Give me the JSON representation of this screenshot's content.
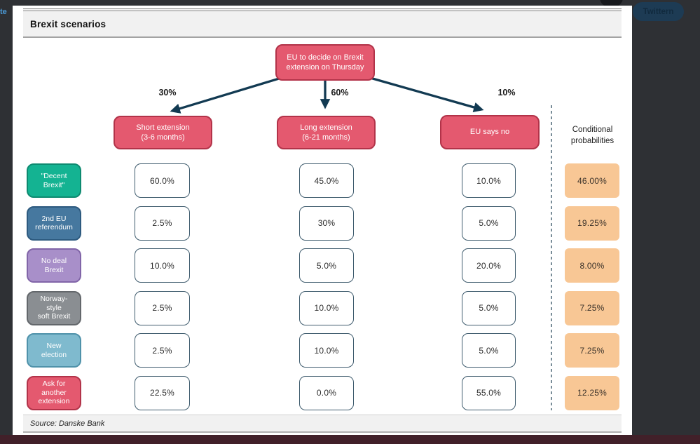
{
  "page": {
    "left_partial_link": "te",
    "tweet_button_label": "Twittern"
  },
  "chart": {
    "title": "Brexit scenarios",
    "source": "Source: Danske Bank",
    "root_label": "EU to decide on Brexit\nextension on Thursday",
    "conditional_header": "Conditional\nprobabilities",
    "branches": [
      {
        "probability": "30%",
        "label": "Short extension\n(3-6 months)"
      },
      {
        "probability": "60%",
        "label": "Long extension\n(6-21 months)"
      },
      {
        "probability": "10%",
        "label": "EU says no"
      }
    ],
    "rows": [
      {
        "scenario": "\"Decent\nBrexit\"",
        "bg": "#14b392",
        "border": "#0d8a70",
        "values": [
          "60.0%",
          "45.0%",
          "10.0%"
        ],
        "conditional": "46.00%"
      },
      {
        "scenario": "2nd EU\nreferendum",
        "bg": "#46789f",
        "border": "#2d5a7f",
        "values": [
          "2.5%",
          "30%",
          "5.0%"
        ],
        "conditional": "19.25%"
      },
      {
        "scenario": "No deal\nBrexit",
        "bg": "#a88fc9",
        "border": "#8165a8",
        "values": [
          "10.0%",
          "5.0%",
          "20.0%"
        ],
        "conditional": "8.00%"
      },
      {
        "scenario": "Norway-\nstyle\nsoft Brexit",
        "bg": "#8a8e92",
        "border": "#63676b",
        "values": [
          "2.5%",
          "10.0%",
          "5.0%"
        ],
        "conditional": "7.25%"
      },
      {
        "scenario": "New\nelection",
        "bg": "#7fbace",
        "border": "#4f92aa",
        "values": [
          "2.5%",
          "10.0%",
          "5.0%"
        ],
        "conditional": "7.25%"
      },
      {
        "scenario": "Ask for\nanother\nextension",
        "bg": "#e4596f",
        "border": "#b23349",
        "values": [
          "22.5%",
          "0.0%",
          "55.0%"
        ],
        "conditional": "12.25%"
      }
    ],
    "colors": {
      "node_pink": "#e4596f",
      "node_pink_border": "#b23349",
      "conditional_bg": "#f8c795",
      "arrow": "#123a52",
      "value_border": "#3e5b6d"
    }
  }
}
